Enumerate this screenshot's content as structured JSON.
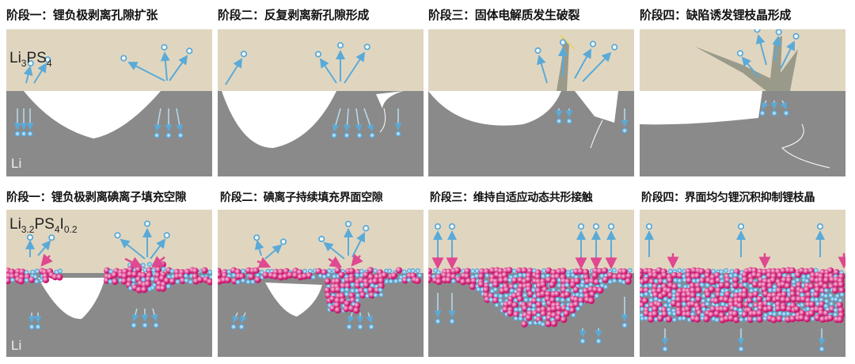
{
  "top_row": {
    "titles": [
      "阶段一：锂负极剥离孔隙扩张",
      "阶段二：反复剥离新孔隙形成",
      "阶段三：固体电解质发生破裂",
      "阶段四：缺陷诱发锂枝晶形成"
    ],
    "electrolyte_label": {
      "main1": "Li",
      "sub1": "3",
      "main2": "PS",
      "sub2": "4"
    },
    "anode_label": "Li"
  },
  "bottom_row": {
    "titles": [
      "阶段一：锂负极剥离碘离子填充空隙",
      "阶段二：碘离子持续填充界面空隙",
      "阶段三：维持自适应动态共形接触",
      "阶段四：界面均匀锂沉积抑制锂枝晶"
    ],
    "electrolyte_label": {
      "main1": "Li",
      "sub1": "3.2",
      "main2": "PS",
      "sub2": "4",
      "main3": "I",
      "sub3": "0.2"
    },
    "anode_label": "Li"
  },
  "colors": {
    "electrolyte": "#e0d6c0",
    "anode": "#8a8a8a",
    "void": "#ffffff",
    "li_ion": "#5aaad8",
    "iodide": "#e0488f",
    "dendrite": "#9a9a8a"
  }
}
